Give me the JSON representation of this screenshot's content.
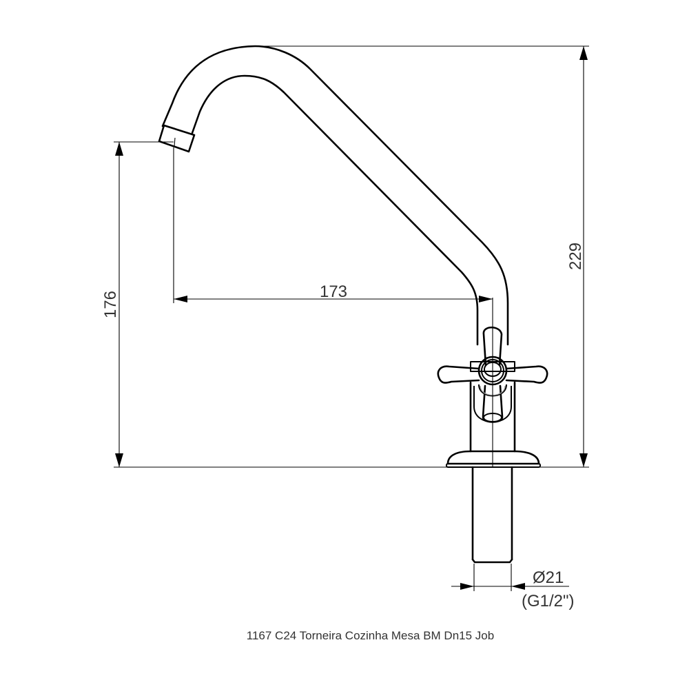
{
  "drawing": {
    "title": "1167 C24 Torneira Cozinha Mesa BM Dn15 Job",
    "subject": "kitchen table faucet with cross handle",
    "line_color": "#000000",
    "text_color": "#333333",
    "background": "#ffffff"
  },
  "dimensions": {
    "total_height": {
      "value": "229",
      "orientation": "vertical",
      "label_rotation": -90
    },
    "spout_height": {
      "value": "176",
      "orientation": "vertical",
      "label_rotation": -90
    },
    "spout_reach": {
      "value": "173",
      "orientation": "horizontal"
    },
    "connection_diameter": {
      "value": "Ø21",
      "thread": "(G1/2\")",
      "orientation": "horizontal"
    }
  }
}
